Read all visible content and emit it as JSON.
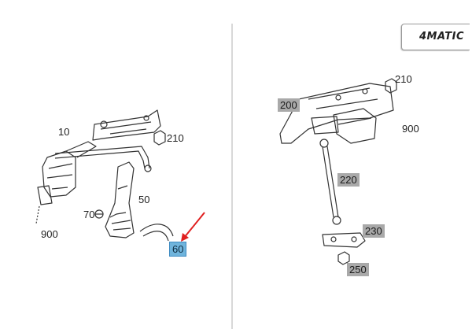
{
  "badge": {
    "text": "4MATIC"
  },
  "left_panel": {
    "labels": {
      "l10": "10",
      "l210": "210",
      "l50": "50",
      "l70": "70",
      "l900": "900",
      "l60": "60"
    }
  },
  "right_panel": {
    "labels": {
      "r210": "210",
      "r200": "200",
      "r900": "900",
      "r220": "220",
      "r230": "230",
      "r250": "250"
    }
  },
  "colors": {
    "highlight": "#6fb4dc",
    "callout_gray": "#a9a9a9",
    "arrow": "#e02020",
    "divider": "#bdbdbd"
  }
}
